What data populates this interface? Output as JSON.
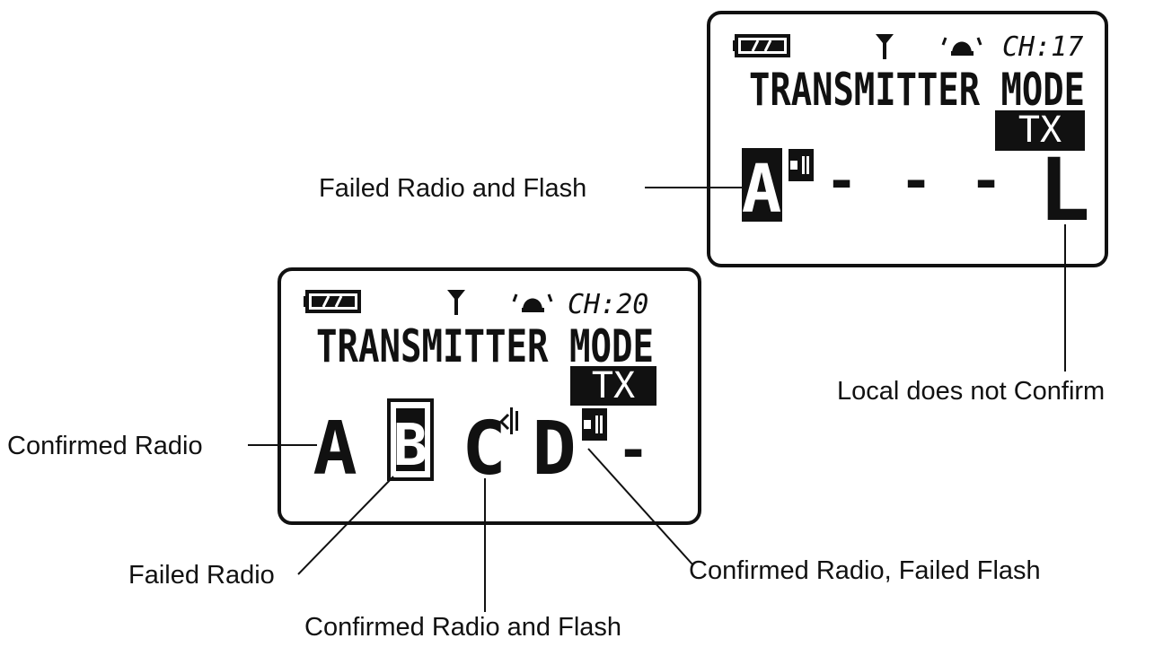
{
  "screens": [
    {
      "name": "transmitter-screen-top",
      "channel": "CH:17",
      "mode_title": "TRANSMITTER MODE",
      "tx_badge": "TX",
      "slots": [
        {
          "letter": "A",
          "state": "failed-radio-and-flash",
          "flash_icon": "flash-box-icon"
        },
        {
          "letter": "-",
          "state": "empty"
        },
        {
          "letter": "-",
          "state": "empty"
        },
        {
          "letter": "-",
          "state": "empty"
        },
        {
          "letter": "L",
          "state": "local-not-confirm"
        }
      ]
    },
    {
      "name": "transmitter-screen-bottom",
      "channel": "CH:20",
      "mode_title": "TRANSMITTER MODE",
      "tx_badge": "TX",
      "slots": [
        {
          "letter": "A",
          "state": "confirmed-radio"
        },
        {
          "letter": "B",
          "state": "failed-radio"
        },
        {
          "letter": "C",
          "state": "confirmed-radio-and-flash",
          "flash_icon": "flash-outline-icon"
        },
        {
          "letter": "D",
          "state": "confirmed-radio-failed-flash",
          "flash_icon": "flash-box-icon"
        },
        {
          "letter": "-",
          "state": "empty"
        }
      ]
    }
  ],
  "status_icons": [
    "battery-icon",
    "antenna-icon",
    "speaker-icon"
  ],
  "colors": {
    "ink": "#111111",
    "background": "#ffffff",
    "badge_text": "#ffffff"
  },
  "callouts": {
    "failed_radio_and_flash": "Failed Radio and Flash",
    "local_does_not_confirm": "Local does not Confirm",
    "confirmed_radio": "Confirmed Radio",
    "failed_radio": "Failed Radio",
    "confirmed_radio_failed_flash": "Confirmed Radio, Failed Flash",
    "confirmed_radio_and_flash": "Confirmed Radio and Flash"
  }
}
